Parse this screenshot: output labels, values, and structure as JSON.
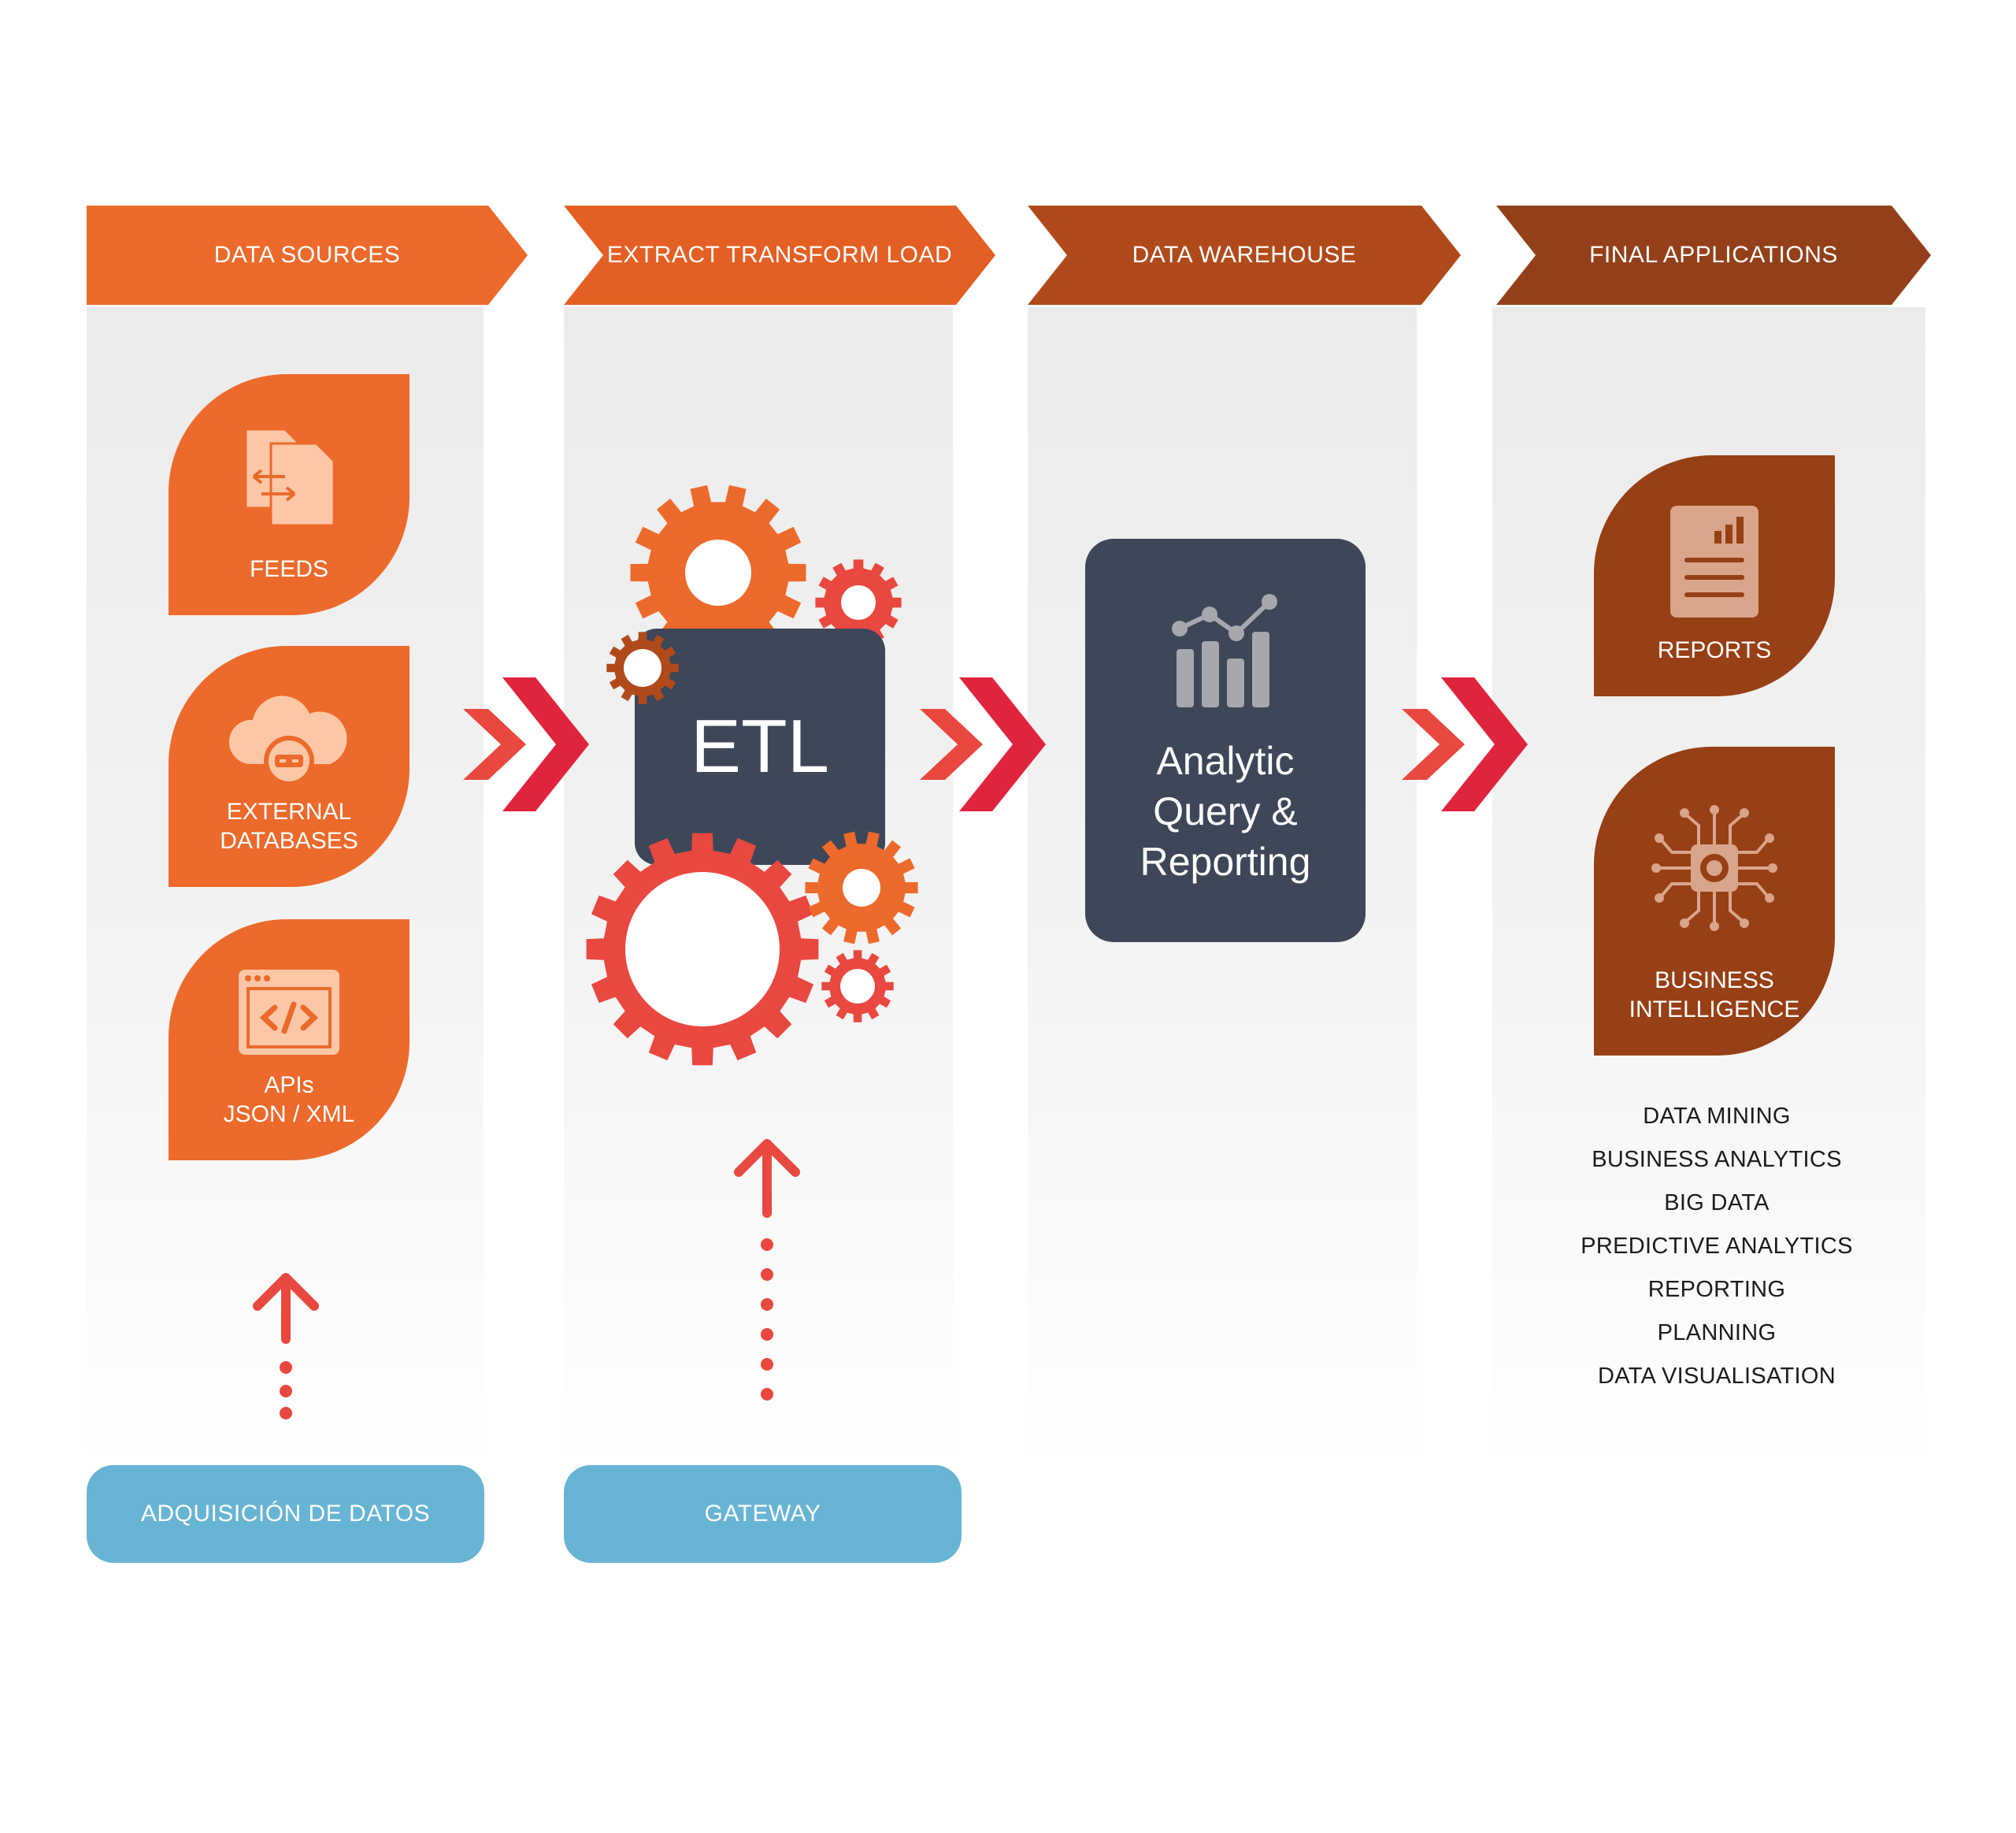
{
  "headers": [
    {
      "label": "DATA SOURCES",
      "color": "#ec6a2b"
    },
    {
      "label": "EXTRACT TRANSFORM LOAD",
      "color": "#e45f23"
    },
    {
      "label": "DATA WAREHOUSE",
      "color": "#b04a1b"
    },
    {
      "label": "FINAL APPLICATIONS",
      "color": "#93401a"
    }
  ],
  "sources": [
    {
      "label": "FEEDS",
      "icon": "feeds-icon"
    },
    {
      "label": "EXTERNAL\nDATABASES",
      "icon": "cloud-database-icon"
    },
    {
      "label": "APIs\nJSON / XML",
      "icon": "code-window-icon"
    }
  ],
  "etl": {
    "label": "ETL"
  },
  "warehouse": {
    "label": "Analytic\nQuery &\nReporting",
    "icon": "bar-line-chart-icon"
  },
  "apps": [
    {
      "label": "REPORTS",
      "icon": "report-icon"
    },
    {
      "label": "BUSINESS\nINTELLIGENCE",
      "icon": "chip-circuit-icon"
    }
  ],
  "app_list": [
    "DATA MINING",
    "BUSINESS ANALYTICS",
    "BIG DATA",
    "PREDICTIVE ANALYTICS",
    "REPORTING",
    "PLANNING",
    "DATA VISUALISATION"
  ],
  "pills": [
    {
      "label": "ADQUISICIÓN DE DATOS"
    },
    {
      "label": "GATEWAY"
    }
  ],
  "colors": {
    "arrow": "#e8483f",
    "chevron_dark": "#e0243d",
    "pill": "#68b4d4",
    "box": "#3d4758"
  }
}
